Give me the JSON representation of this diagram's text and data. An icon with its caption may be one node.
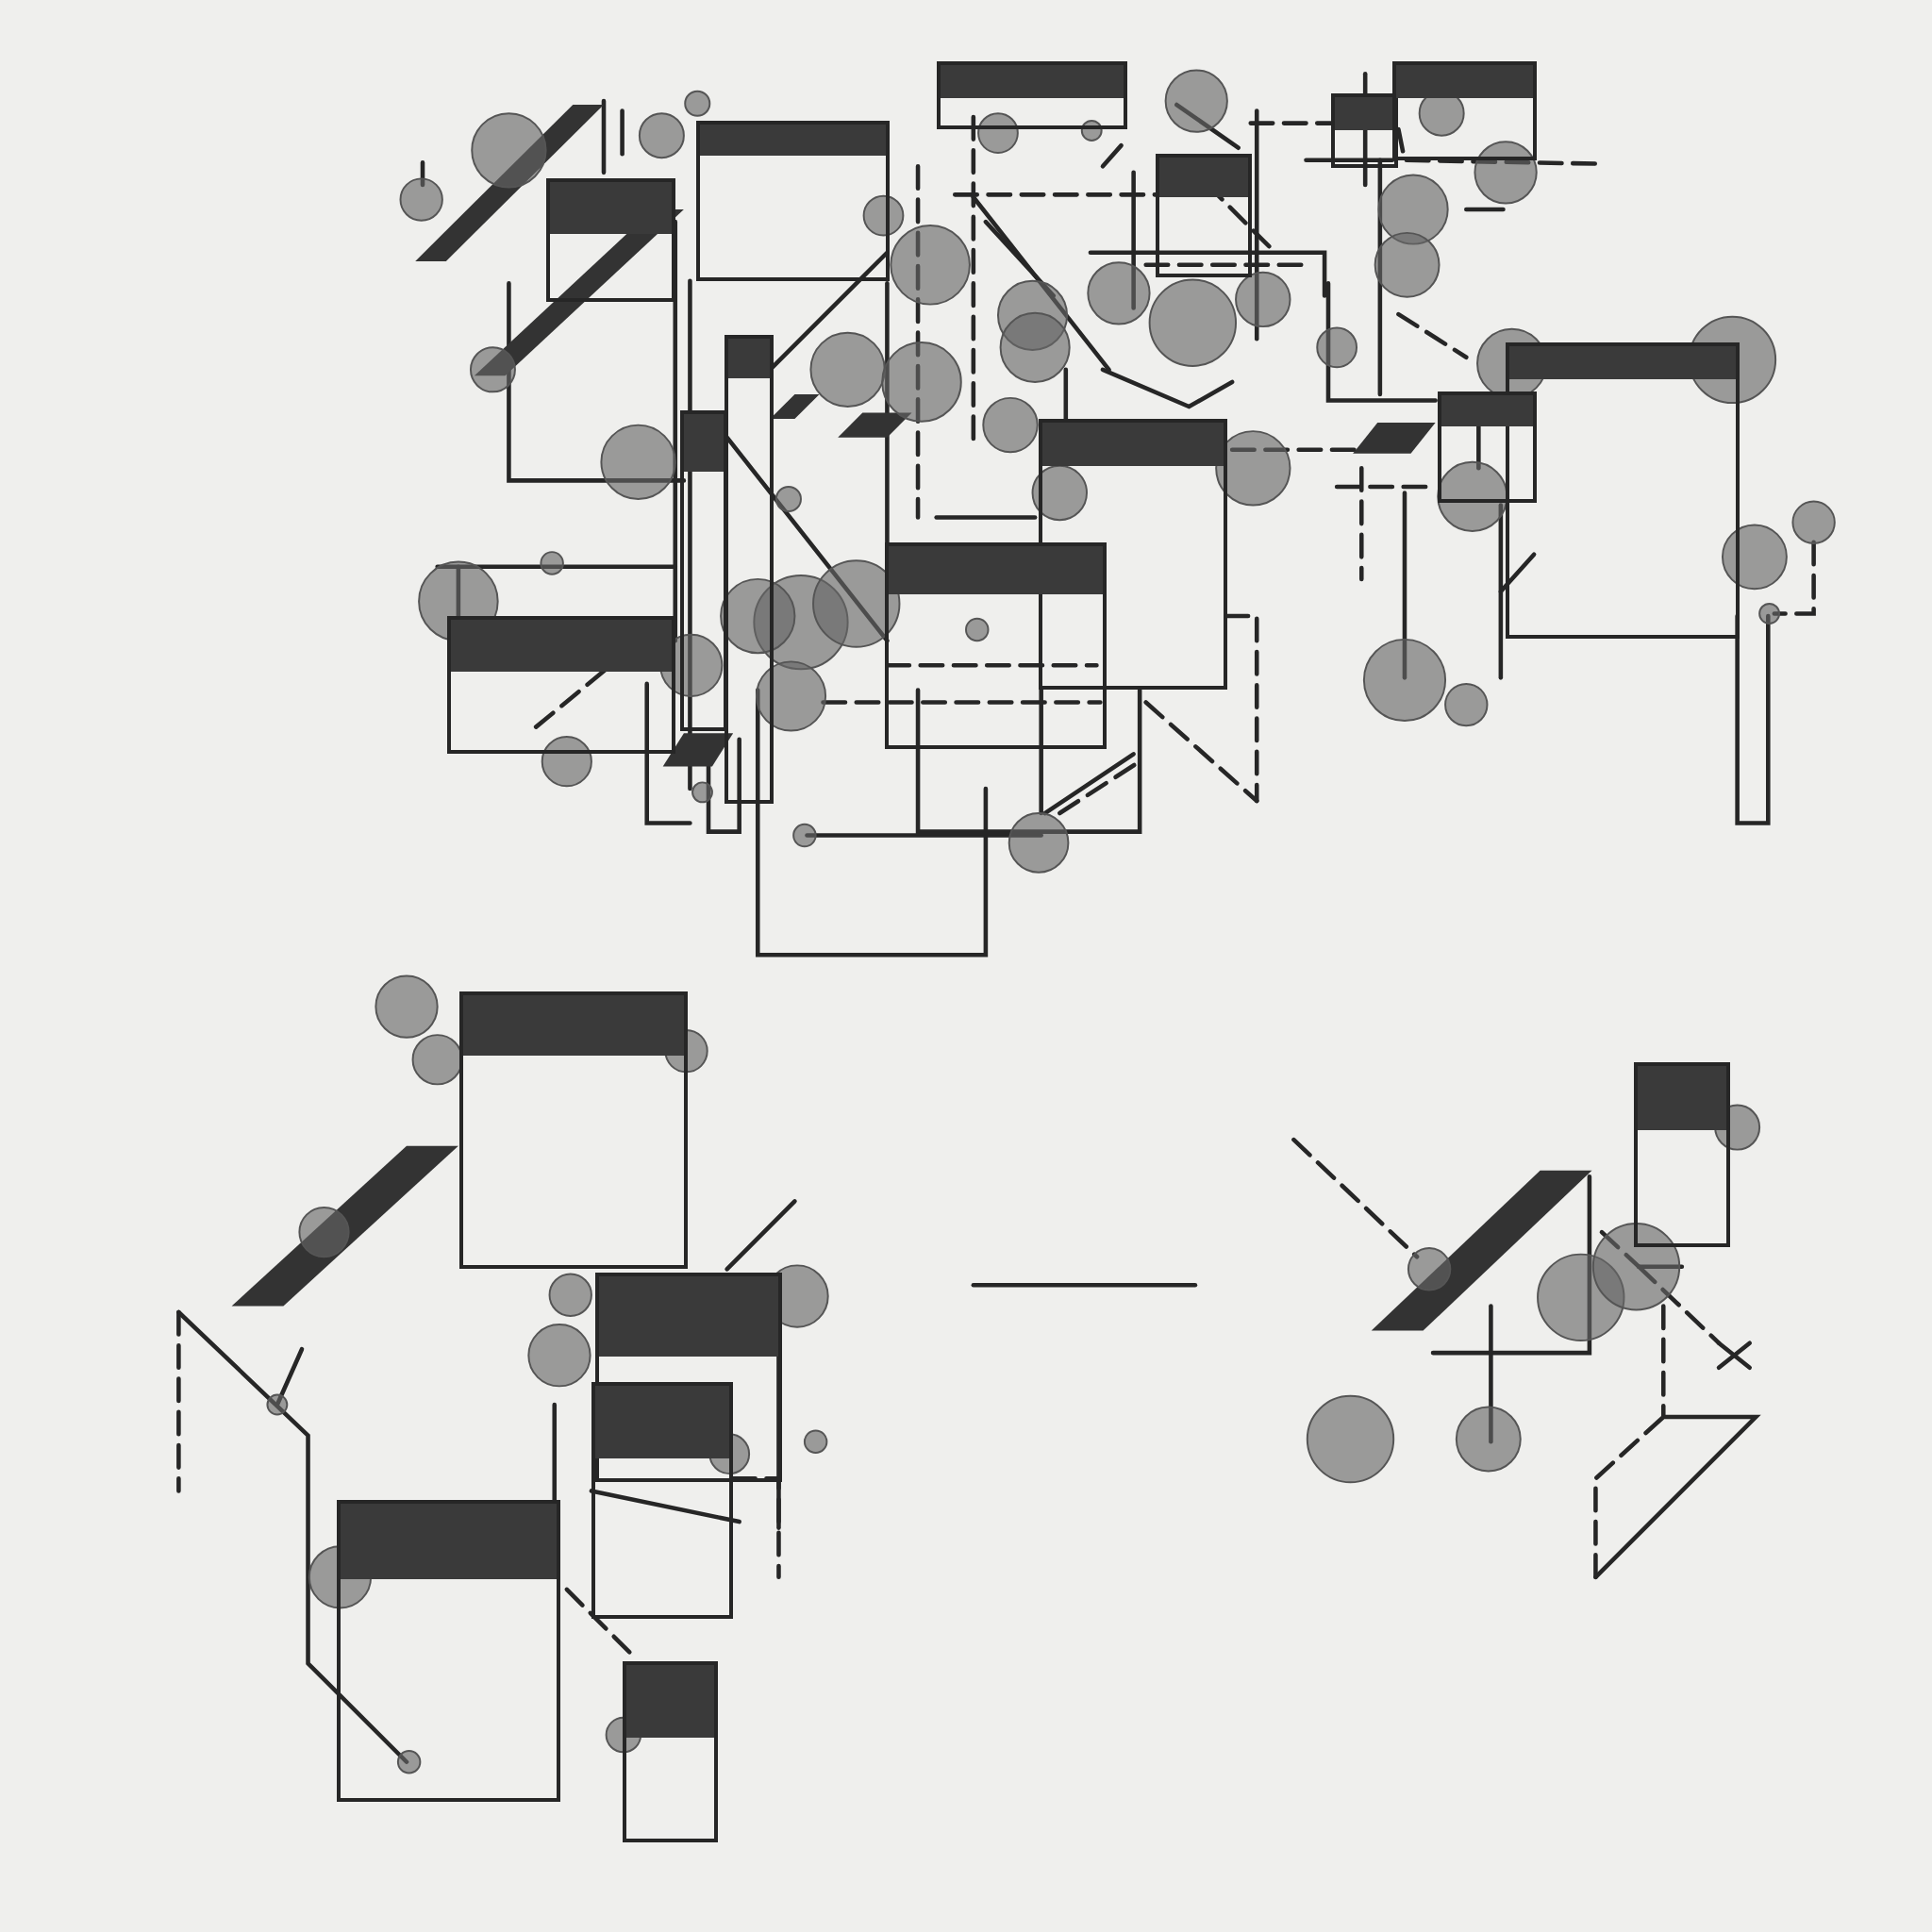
{
  "diagram": {
    "nodes": [
      {
        "text": [],
        "shape": "box"
      },
      {
        "text": [],
        "shape": "box"
      },
      {
        "text": [],
        "shape": "box"
      },
      {
        "text": [],
        "shape": "box"
      },
      {
        "text": [],
        "shape": "box"
      },
      {
        "text": [],
        "shape": "box"
      },
      {
        "text": [],
        "shape": "box"
      },
      {
        "text": [],
        "shape": "box"
      },
      {
        "text": [],
        "shape": "box"
      },
      {
        "text": [],
        "shape": "box"
      },
      {
        "text": [],
        "shape": "box"
      },
      {
        "text": [],
        "shape": "box"
      },
      {
        "text": [],
        "shape": "box"
      },
      {
        "text": [],
        "shape": "box"
      },
      {
        "text": [],
        "shape": "box"
      },
      {
        "text": [],
        "shape": "box"
      },
      {
        "text": [],
        "shape": "box"
      },
      {
        "text": [],
        "shape": "box"
      },
      {
        "text": [],
        "shape": "box"
      }
    ]
  }
}
